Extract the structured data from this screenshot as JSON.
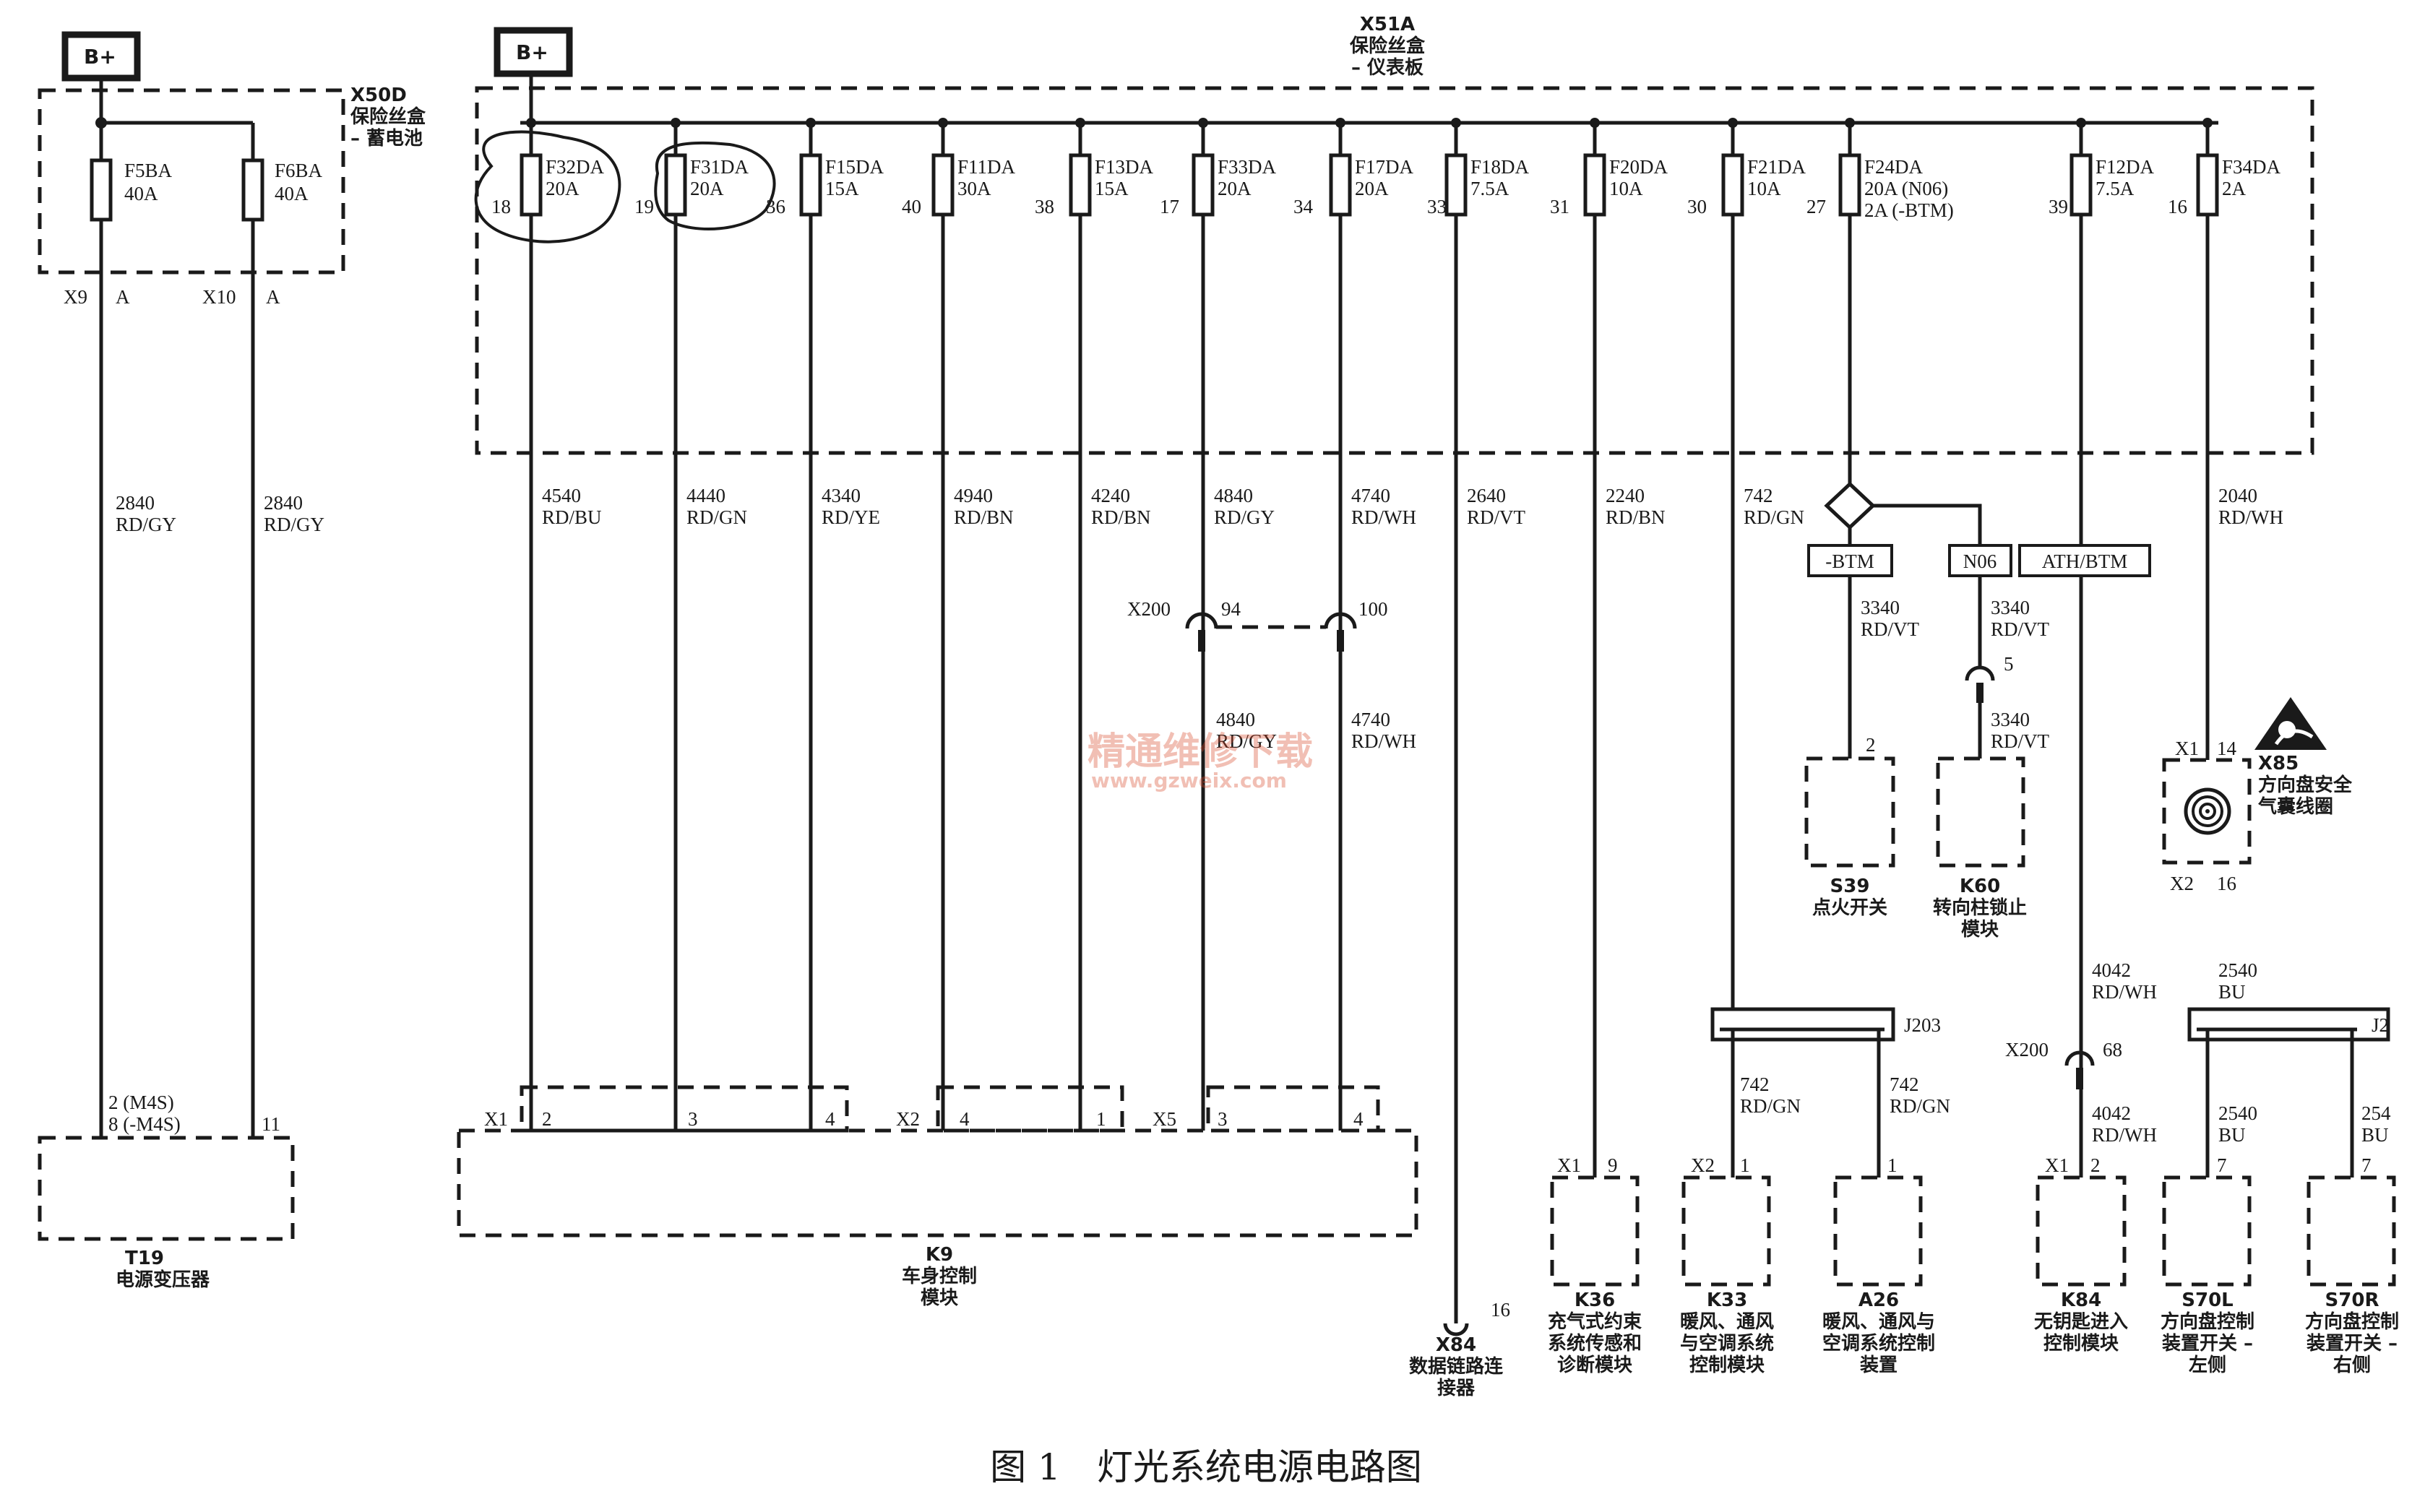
{
  "caption": "图 1　灯光系统电源电路图",
  "watermark": {
    "line1": "精通维修下载",
    "line2": "www.gzweix.com"
  },
  "power_sources": [
    {
      "label": "B+"
    },
    {
      "label": "B+"
    }
  ],
  "battery_fuse_block": {
    "code": "X50D",
    "name_line1": "保险丝盒",
    "name_line2": "– 蓄电池",
    "fuses": [
      {
        "name": "F5BA",
        "rating": "40A",
        "connector": "X9",
        "pin": "A",
        "wire_no": "2840",
        "color": "RD/GY"
      },
      {
        "name": "F6BA",
        "rating": "40A",
        "connector": "X10",
        "pin": "A",
        "wire_no": "2840",
        "color": "RD/GY"
      }
    ]
  },
  "panel_fuse_block": {
    "code": "X51A",
    "name_line1": "保险丝盒",
    "name_line2": "– 仪表板",
    "fuses": [
      {
        "name": "F32DA",
        "rating": "20A",
        "pin": "18",
        "wire_no": "4540",
        "color": "RD/BU"
      },
      {
        "name": "F31DA",
        "rating": "20A",
        "pin": "19",
        "wire_no": "4440",
        "color": "RD/GN"
      },
      {
        "name": "F15DA",
        "rating": "15A",
        "pin": "36",
        "wire_no": "4340",
        "color": "RD/YE"
      },
      {
        "name": "F11DA",
        "rating": "30A",
        "pin": "40",
        "wire_no": "4940",
        "color": "RD/BN"
      },
      {
        "name": "F13DA",
        "rating": "15A",
        "pin": "38",
        "wire_no": "4240",
        "color": "RD/BN"
      },
      {
        "name": "F33DA",
        "rating": "20A",
        "pin": "17",
        "wire_no": "4840",
        "color": "RD/GY"
      },
      {
        "name": "F17DA",
        "rating": "20A",
        "pin": "34",
        "wire_no": "4740",
        "color": "RD/WH"
      },
      {
        "name": "F18DA",
        "rating": "7.5A",
        "pin": "33",
        "wire_no": "2640",
        "color": "RD/VT"
      },
      {
        "name": "F20DA",
        "rating": "10A",
        "pin": "31",
        "wire_no": "2240",
        "color": "RD/BN"
      },
      {
        "name": "F21DA",
        "rating": "10A",
        "pin": "30",
        "wire_no": "742",
        "color": "RD/GN"
      },
      {
        "name": "F24DA",
        "rating": "20A (N06)",
        "rating2": "2A (-BTM)",
        "pin": "27"
      },
      {
        "name": "F12DA",
        "rating": "7.5A",
        "pin": "39"
      },
      {
        "name": "F34DA",
        "rating": "2A",
        "pin": "16",
        "wire_no": "2040",
        "color": "RD/WH"
      }
    ]
  },
  "options": [
    {
      "label": "-BTM"
    },
    {
      "label": "N06"
    },
    {
      "label": "ATH/BTM"
    }
  ],
  "inline_x200": {
    "name": "X200",
    "pin_a": "94",
    "pin_b": "100",
    "pin_c": "68",
    "wire_a_no": "4840",
    "wire_a_color": "RD/GY",
    "wire_b_no": "4740",
    "wire_b_color": "RD/WH"
  },
  "ignition_branch": {
    "btm_wire_no": "3340",
    "btm_wire_color": "RD/VT",
    "n06_wire_no": "3340",
    "n06_wire_color": "RD/VT",
    "n06_pin": "5",
    "n06_wire2_no": "3340",
    "n06_wire2_color": "RD/VT"
  },
  "f12_wires": {
    "upper_no": "4042",
    "upper_color": "RD/WH",
    "lower_no": "4042",
    "lower_color": "RD/WH"
  },
  "clockspring": {
    "code": "X85",
    "name_line1": "方向盘安全",
    "name_line2": "气囊线圈",
    "x1": "X1",
    "pin1": "14",
    "x2": "X2",
    "pin2": "16",
    "out_no": "2540",
    "out_color": "BU"
  },
  "splices": [
    {
      "name": "J203"
    },
    {
      "name": "J2"
    }
  ],
  "j203_wires": {
    "left_no": "742",
    "left_color": "RD/GN",
    "right_no": "742",
    "right_color": "RD/GN"
  },
  "j2_wires": {
    "left_no": "2540",
    "left_color": "BU",
    "right_no": "254",
    "right_color": "BU"
  },
  "components": [
    {
      "code": "T19",
      "name_line1": "电源变压器",
      "pins": [
        "2 (M4S)",
        "8 (-M4S)",
        "11"
      ]
    },
    {
      "code": "K9",
      "name_line1": "车身控制",
      "name_line2": "模块",
      "connectors": [
        {
          "conn": "X1",
          "pins": [
            "2",
            "3",
            "4"
          ]
        },
        {
          "conn": "X2",
          "pins": [
            "4",
            "1"
          ]
        },
        {
          "conn": "X5",
          "pins": [
            "3",
            "4"
          ]
        }
      ]
    },
    {
      "code": "X84",
      "name_line1": "数据链路连",
      "name_line2": "接器",
      "pin": "16"
    },
    {
      "code": "K36",
      "name_line1": "充气式约束",
      "name_line2": "系统传感和",
      "name_line3": "诊断模块",
      "conn": "X1",
      "pin": "9"
    },
    {
      "code": "K33",
      "name_line1": "暖风、通风",
      "name_line2": "与空调系统",
      "name_line3": "控制模块",
      "conn": "X2",
      "pin": "1"
    },
    {
      "code": "A26",
      "name_line1": "暖风、通风与",
      "name_line2": "空调系统控制",
      "name_line3": "装置",
      "pin": "1"
    },
    {
      "code": "S39",
      "name_line1": "点火开关",
      "pin": "2"
    },
    {
      "code": "K60",
      "name_line1": "转向柱锁止",
      "name_line2": "模块"
    },
    {
      "code": "K84",
      "name_line1": "无钥匙进入",
      "name_line2": "控制模块",
      "conn": "X1",
      "pin": "2"
    },
    {
      "code": "S70L",
      "name_line1": "方向盘控制",
      "name_line2": "装置开关 –",
      "name_line3": "左侧",
      "pin": "7"
    },
    {
      "code": "S70R",
      "name_line1": "方向盘控制",
      "name_line2": "装置开关 –",
      "name_line3": "右侧",
      "pin": "7"
    }
  ]
}
